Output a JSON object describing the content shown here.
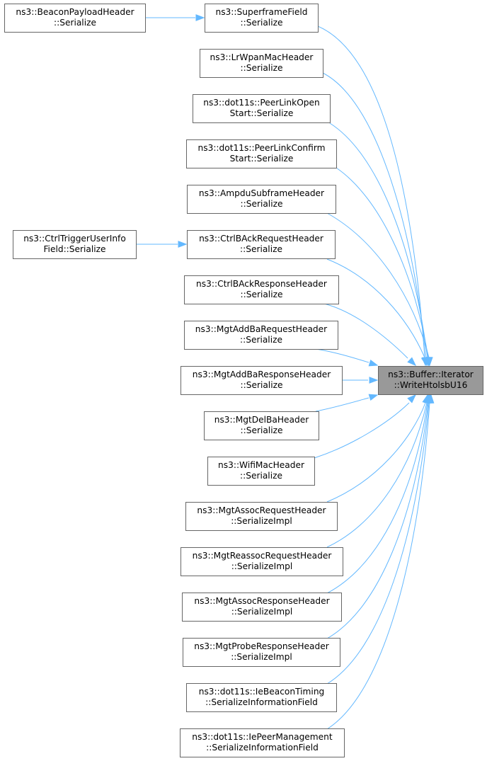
{
  "graph": {
    "target": {
      "id": "target",
      "lines": [
        "ns3::Buffer::Iterator",
        "::WriteHtolsbU16"
      ]
    },
    "nodes": [
      {
        "id": "n1",
        "lines": [
          "ns3::SuperframeField",
          "::Serialize"
        ]
      },
      {
        "id": "n2",
        "lines": [
          "ns3::BeaconPayloadHeader",
          "::Serialize"
        ]
      },
      {
        "id": "n3",
        "lines": [
          "ns3::LrWpanMacHeader",
          "::Serialize"
        ]
      },
      {
        "id": "n4",
        "lines": [
          "ns3::dot11s::PeerLinkOpen",
          "Start::Serialize"
        ]
      },
      {
        "id": "n5",
        "lines": [
          "ns3::dot11s::PeerLinkConfirm",
          "Start::Serialize"
        ]
      },
      {
        "id": "n6",
        "lines": [
          "ns3::AmpduSubframeHeader",
          "::Serialize"
        ]
      },
      {
        "id": "n7",
        "lines": [
          "ns3::CtrlBAckRequestHeader",
          "::Serialize"
        ]
      },
      {
        "id": "n8",
        "lines": [
          "ns3::CtrlTriggerUserInfo",
          "Field::Serialize"
        ]
      },
      {
        "id": "n9",
        "lines": [
          "ns3::CtrlBAckResponseHeader",
          "::Serialize"
        ]
      },
      {
        "id": "n10",
        "lines": [
          "ns3::MgtAddBaRequestHeader",
          "::Serialize"
        ]
      },
      {
        "id": "n11",
        "lines": [
          "ns3::MgtAddBaResponseHeader",
          "::Serialize"
        ]
      },
      {
        "id": "n12",
        "lines": [
          "ns3::MgtDelBaHeader",
          "::Serialize"
        ]
      },
      {
        "id": "n13",
        "lines": [
          "ns3::WifiMacHeader",
          "::Serialize"
        ]
      },
      {
        "id": "n14",
        "lines": [
          "ns3::MgtAssocRequestHeader",
          "::SerializeImpl"
        ]
      },
      {
        "id": "n15",
        "lines": [
          "ns3::MgtReassocRequestHeader",
          "::SerializeImpl"
        ]
      },
      {
        "id": "n16",
        "lines": [
          "ns3::MgtAssocResponseHeader",
          "::SerializeImpl"
        ]
      },
      {
        "id": "n17",
        "lines": [
          "ns3::MgtProbeResponseHeader",
          "::SerializeImpl"
        ]
      },
      {
        "id": "n18",
        "lines": [
          "ns3::dot11s::IeBeaconTiming",
          "::SerializeInformationField"
        ]
      },
      {
        "id": "n19",
        "lines": [
          "ns3::dot11s::IePeerManagement",
          "::SerializeInformationField"
        ]
      }
    ],
    "edges": [
      {
        "from": "n1",
        "to": "target"
      },
      {
        "from": "n2",
        "to": "n1"
      },
      {
        "from": "n3",
        "to": "target"
      },
      {
        "from": "n4",
        "to": "target"
      },
      {
        "from": "n5",
        "to": "target"
      },
      {
        "from": "n6",
        "to": "target"
      },
      {
        "from": "n7",
        "to": "target"
      },
      {
        "from": "n8",
        "to": "n7"
      },
      {
        "from": "n9",
        "to": "target"
      },
      {
        "from": "n10",
        "to": "target"
      },
      {
        "from": "n11",
        "to": "target"
      },
      {
        "from": "n12",
        "to": "target"
      },
      {
        "from": "n13",
        "to": "target"
      },
      {
        "from": "n14",
        "to": "target"
      },
      {
        "from": "n15",
        "to": "target"
      },
      {
        "from": "n16",
        "to": "target"
      },
      {
        "from": "n17",
        "to": "target"
      },
      {
        "from": "n18",
        "to": "target"
      },
      {
        "from": "n19",
        "to": "target"
      }
    ]
  }
}
